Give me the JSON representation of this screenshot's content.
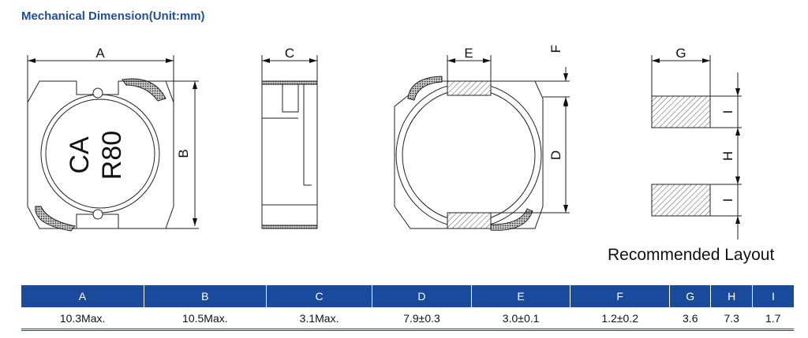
{
  "title": "Mechanical Dimension(Unit:mm)",
  "marking": {
    "line1": "CA",
    "line2": "R80"
  },
  "dim_labels": {
    "A": "A",
    "B": "B",
    "C": "C",
    "D": "D",
    "E": "E",
    "F": "F",
    "G": "G",
    "H": "H",
    "I1": "I",
    "I2": "I"
  },
  "layout_caption": "Recommended Layout",
  "table": {
    "headers": [
      "A",
      "B",
      "C",
      "D",
      "E",
      "F",
      "G",
      "H",
      "I"
    ],
    "values": [
      "10.3Max.",
      "10.5Max.",
      "3.1Max.",
      "7.9±0.3",
      "3.0±0.1",
      "1.2±0.2",
      "3.6",
      "7.3",
      "1.7"
    ]
  }
}
